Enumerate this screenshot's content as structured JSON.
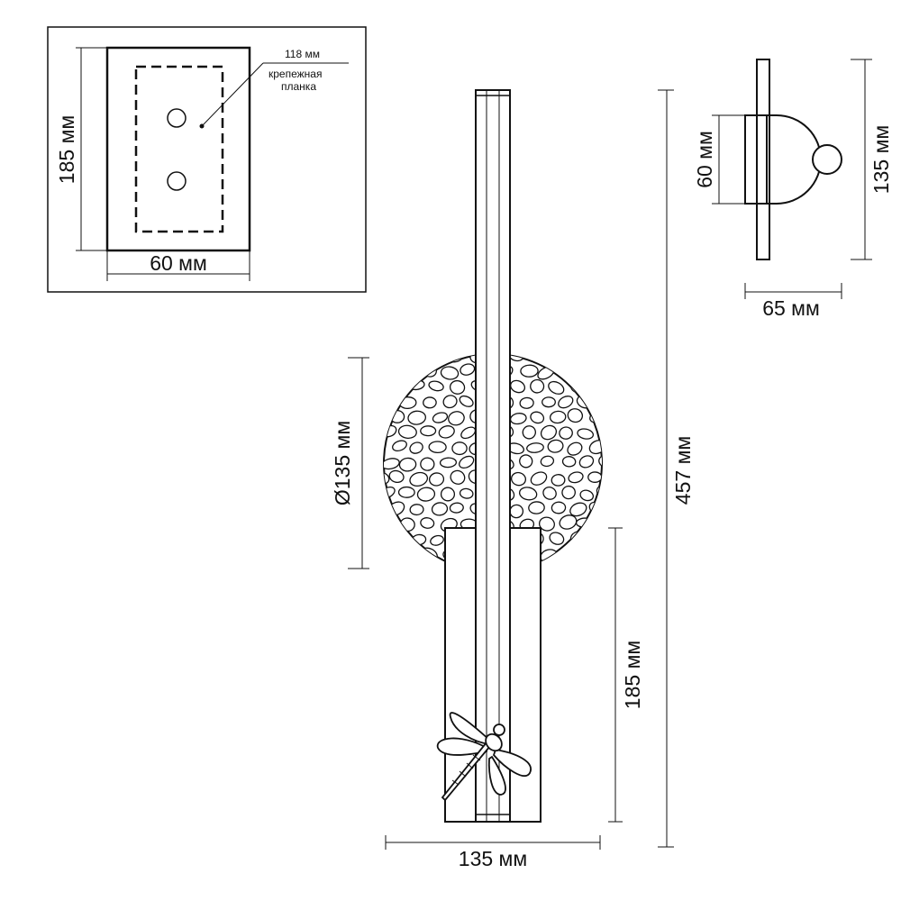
{
  "inset": {
    "height_label": "185 мм",
    "width_label": "60 мм",
    "plate_label": "118 мм",
    "mount_label_line1": "крепежная",
    "mount_label_line2": "планка"
  },
  "side_view": {
    "height_label": "60 мм",
    "overall_height_label": "135 мм",
    "depth_label": "65 мм"
  },
  "front_view": {
    "disc_label": "Ø135 мм",
    "total_height_label": "457 мм",
    "base_height_label": "185 мм",
    "width_label": "135 мм"
  },
  "colors": {
    "line": "#111111",
    "background": "#ffffff"
  }
}
